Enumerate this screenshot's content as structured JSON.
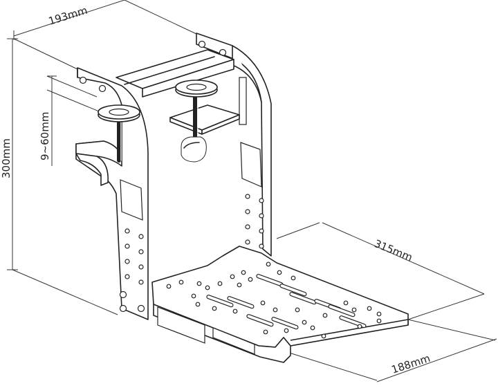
{
  "dimensions": {
    "width_top": "193mm",
    "height_total": "300mm",
    "clamp_range": "9~60mm",
    "tray_depth": "315mm",
    "tray_width": "188mm"
  }
}
